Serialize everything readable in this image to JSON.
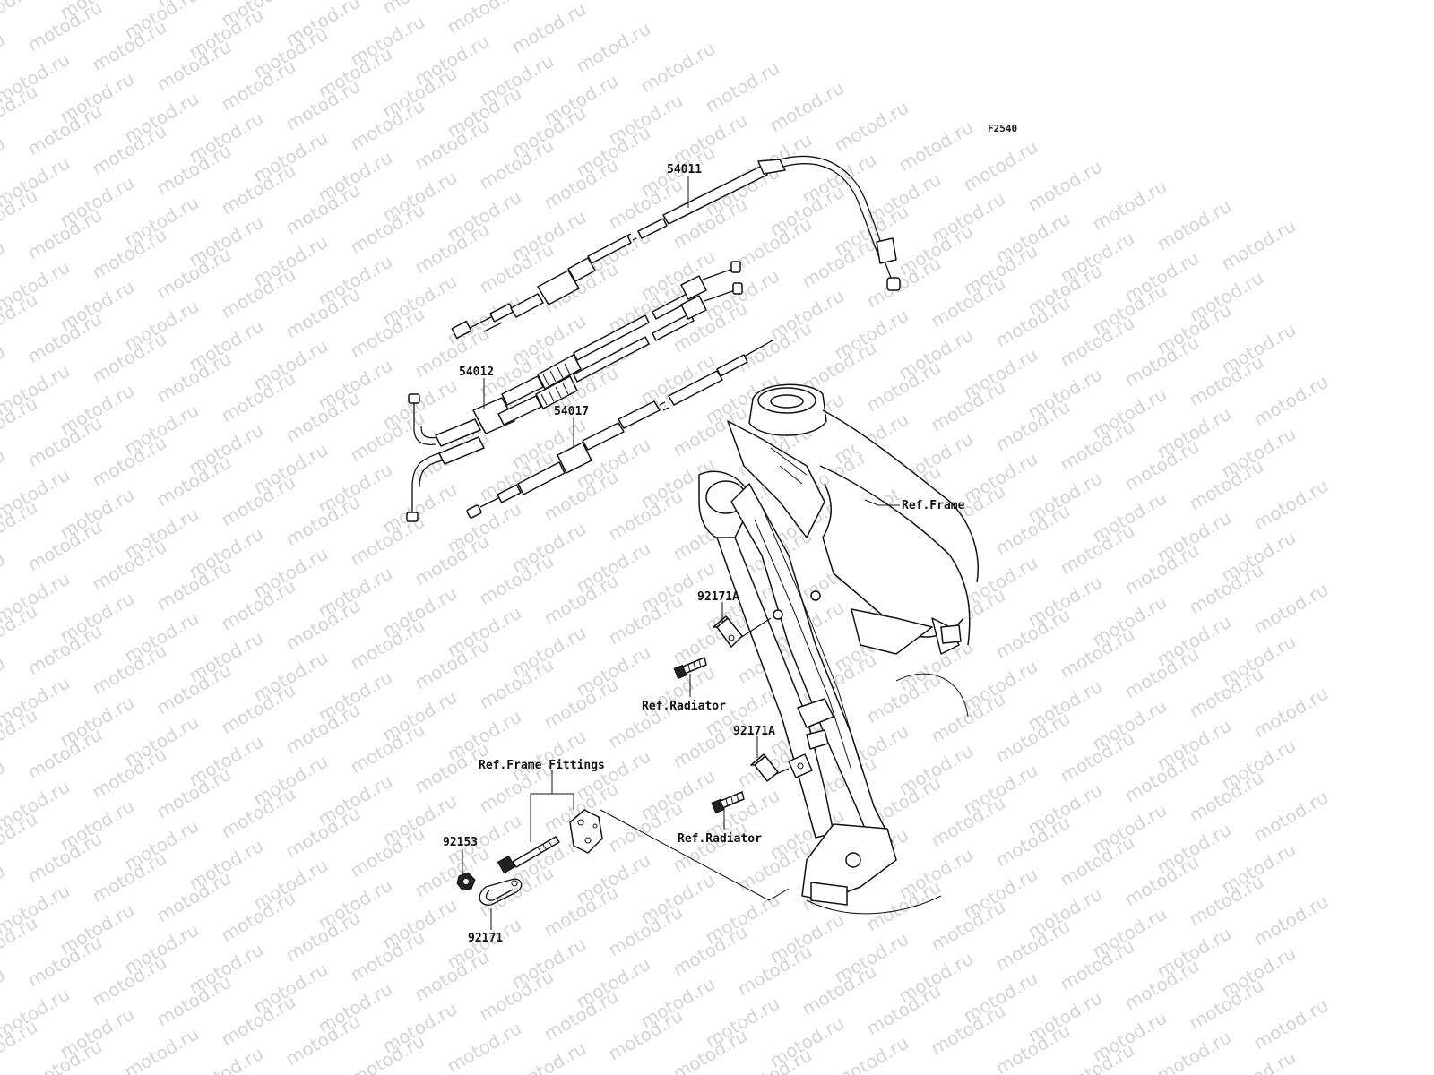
{
  "diagram": {
    "code": "F2540",
    "watermark": "motod.ru",
    "part_labels": [
      {
        "id": "54011",
        "text": "54011"
      },
      {
        "id": "54012",
        "text": "54012"
      },
      {
        "id": "54017",
        "text": "54017"
      },
      {
        "id": "ref-frame",
        "text": "Ref.Frame"
      },
      {
        "id": "92171A-top",
        "text": "92171A"
      },
      {
        "id": "ref-radiator-top",
        "text": "Ref.Radiator"
      },
      {
        "id": "92171A-bottom",
        "text": "92171A"
      },
      {
        "id": "ref-frame-fittings",
        "text": "Ref.Frame Fittings"
      },
      {
        "id": "ref-radiator-bottom",
        "text": "Ref.Radiator"
      },
      {
        "id": "92153",
        "text": "92153"
      },
      {
        "id": "92171",
        "text": "92171"
      }
    ]
  }
}
